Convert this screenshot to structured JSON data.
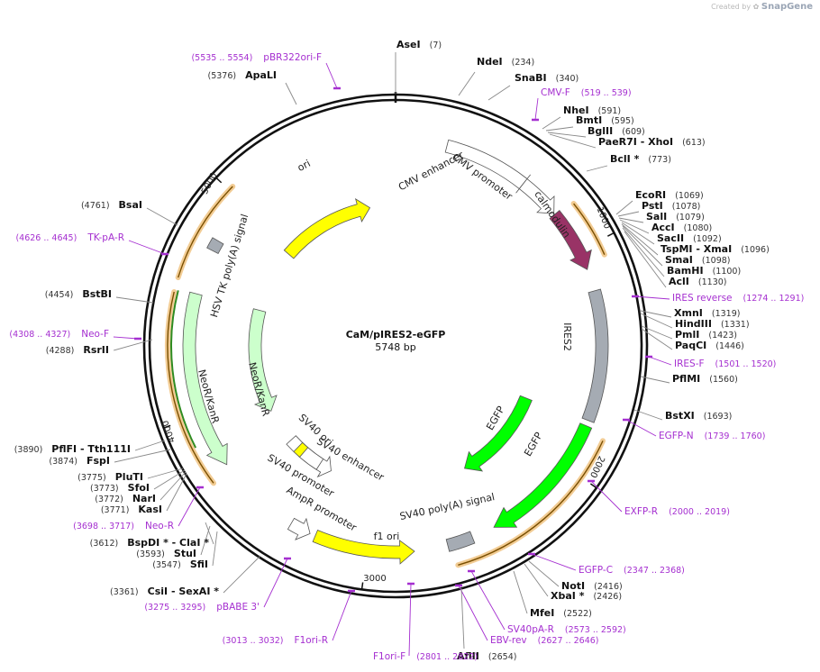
{
  "watermark": {
    "prefix": "Created by",
    "brand": "SnapGene"
  },
  "plasmid": {
    "name": "CaM/pIRES2-eGFP",
    "size": "5748 bp"
  },
  "ruler_ticks": [
    "1000",
    "2000",
    "3000",
    "4000",
    "5000"
  ],
  "features": [
    {
      "name": "CMV enhancer"
    },
    {
      "name": "CMV promoter"
    },
    {
      "name": "calmodulin"
    },
    {
      "name": "IRES2"
    },
    {
      "name": "EGFP"
    },
    {
      "name": "EGFP"
    },
    {
      "name": "SV40 poly(A) signal"
    },
    {
      "name": "f1 ori"
    },
    {
      "name": "AmpR promoter"
    },
    {
      "name": "SV40 promoter"
    },
    {
      "name": "SV40 enhancer"
    },
    {
      "name": "SV40 ori"
    },
    {
      "name": "NeoR/KanR"
    },
    {
      "name": "NeoR/KanR"
    },
    {
      "name": "HSV TK poly(A) signal"
    },
    {
      "name": "ori"
    }
  ],
  "sites": [
    {
      "name": "AseI",
      "pos": "(7)"
    },
    {
      "name": "NdeI",
      "pos": "(234)"
    },
    {
      "name": "SnaBI",
      "pos": "(340)"
    },
    {
      "name": "NheI",
      "pos": "(591)"
    },
    {
      "name": "BmtI",
      "pos": "(595)"
    },
    {
      "name": "BglII",
      "pos": "(609)"
    },
    {
      "name": "PaeR7I  - XhoI",
      "pos": "(613)"
    },
    {
      "name": "BclI *",
      "pos": "(773)"
    },
    {
      "name": "EcoRI",
      "pos": "(1069)"
    },
    {
      "name": "PstI",
      "pos": "(1078)"
    },
    {
      "name": "SalI",
      "pos": "(1079)"
    },
    {
      "name": "AccI",
      "pos": "(1080)"
    },
    {
      "name": "SacII",
      "pos": "(1092)"
    },
    {
      "name": "TspMI  - XmaI",
      "pos": "(1096)"
    },
    {
      "name": "SmaI",
      "pos": "(1098)"
    },
    {
      "name": "BamHI",
      "pos": "(1100)"
    },
    {
      "name": "AclI",
      "pos": "(1130)"
    },
    {
      "name": "XmnI",
      "pos": "(1319)"
    },
    {
      "name": "HindIII",
      "pos": "(1331)"
    },
    {
      "name": "PmlI",
      "pos": "(1423)"
    },
    {
      "name": "PaqCI",
      "pos": "(1446)"
    },
    {
      "name": "PflMI",
      "pos": "(1560)"
    },
    {
      "name": "BstXI",
      "pos": "(1693)"
    },
    {
      "name": "NotI",
      "pos": "(2416)"
    },
    {
      "name": "XbaI *",
      "pos": "(2426)"
    },
    {
      "name": "MfeI",
      "pos": "(2522)"
    },
    {
      "name": "AflII",
      "pos": "(2654)"
    },
    {
      "name": "ApaLI",
      "pos": "(5376)"
    },
    {
      "name": "BsaI",
      "pos": "(4761)"
    },
    {
      "name": "BstBI",
      "pos": "(4454)"
    },
    {
      "name": "RsrII",
      "pos": "(4288)"
    },
    {
      "name": "PflFI  - Tth111I",
      "pos": "(3890)"
    },
    {
      "name": "FspI",
      "pos": "(3874)"
    },
    {
      "name": "PluTI",
      "pos": "(3775)"
    },
    {
      "name": "SfoI",
      "pos": "(3773)"
    },
    {
      "name": "NarI",
      "pos": "(3772)"
    },
    {
      "name": "KasI",
      "pos": "(3771)"
    },
    {
      "name": "BspDI *  - ClaI *",
      "pos": "(3612)"
    },
    {
      "name": "StuI",
      "pos": "(3593)"
    },
    {
      "name": "SfiI",
      "pos": "(3547)"
    },
    {
      "name": "CsiI  - SexAI *",
      "pos": "(3361)"
    }
  ],
  "primers": [
    {
      "name": "pBR322ori-F",
      "range": "(5535 .. 5554)"
    },
    {
      "name": "CMV-F",
      "range": "(519 .. 539)"
    },
    {
      "name": "IRES reverse",
      "range": "(1274 .. 1291)"
    },
    {
      "name": "IRES-F",
      "range": "(1501 .. 1520)"
    },
    {
      "name": "EGFP-N",
      "range": "(1739 .. 1760)"
    },
    {
      "name": "EXFP-R",
      "range": "(2000 .. 2019)"
    },
    {
      "name": "EGFP-C",
      "range": "(2347 .. 2368)"
    },
    {
      "name": "SV40pA-R",
      "range": "(2573 .. 2592)"
    },
    {
      "name": "EBV-rev",
      "range": "(2627 .. 2646)"
    },
    {
      "name": "F1ori-F",
      "range": "(2801 .. 2822)"
    },
    {
      "name": "F1ori-R",
      "range": "(3013 .. 3032)"
    },
    {
      "name": "pBABE 3'",
      "range": "(3275 .. 3295)"
    },
    {
      "name": "Neo-R",
      "range": "(3698 .. 3717)"
    },
    {
      "name": "Neo-F",
      "range": "(4308 .. 4327)"
    },
    {
      "name": "TK-pA-R",
      "range": "(4626 .. 4645)"
    }
  ],
  "colors": {
    "yellow": "#ffff00",
    "calmodulin": "#993366",
    "gray": "#a5abb3",
    "green": "#00ff00",
    "lightgreen": "#ccffcc",
    "primer": "#a52fd0",
    "orange": "#e8a33c",
    "darkgreen": "#2e8b20"
  }
}
